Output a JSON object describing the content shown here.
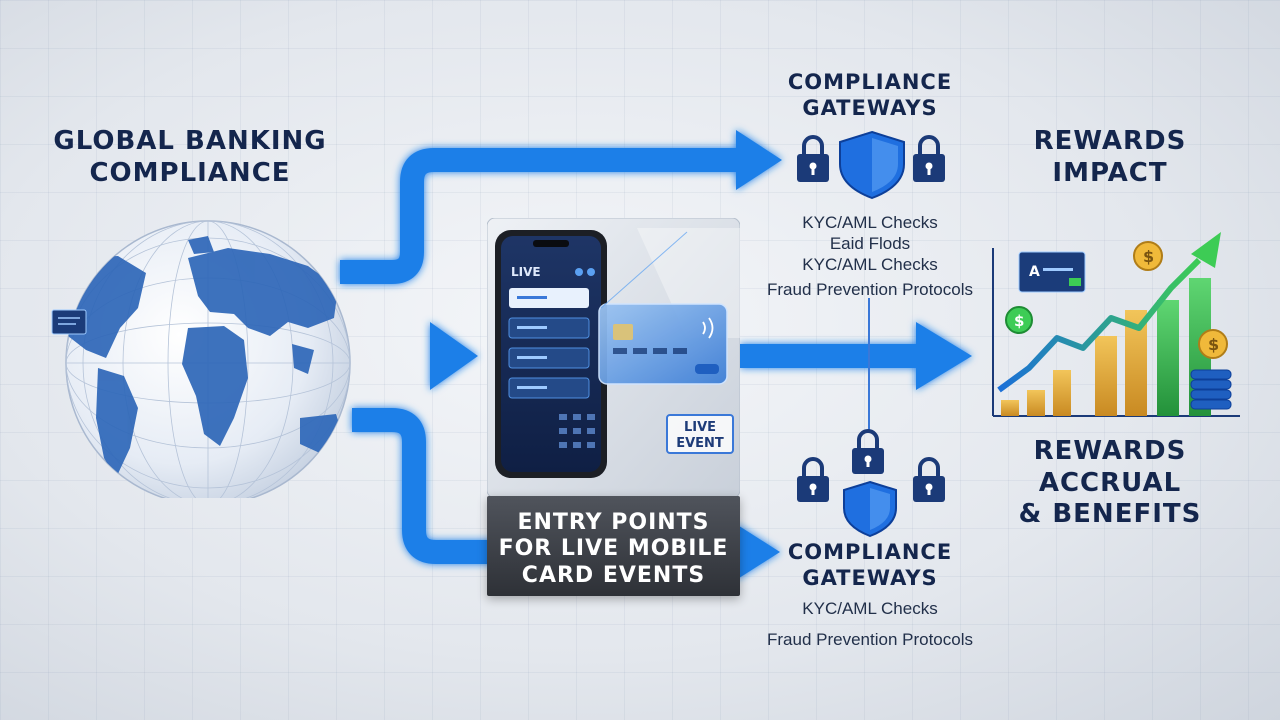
{
  "left_title": [
    "GLOBAL BANKING",
    "COMPLIANCE"
  ],
  "top_gateway": {
    "title": [
      "COMPLIANCE",
      "GATEWAYS"
    ],
    "items": [
      "KYC/AML Checks",
      "Eaid Flods",
      "KYC/AML Checks",
      "Fraud Prevention Protocols"
    ]
  },
  "bottom_gateway": {
    "title": [
      "COMPLIANCE",
      "GATEWAYS"
    ],
    "items": [
      "KYC/AML Checks",
      "Fraud Prevention Protocols"
    ]
  },
  "rewards_impact": [
    "REWARDS",
    "IMPACT"
  ],
  "rewards_accrual": [
    "REWARDS",
    "ACCRUAL",
    "& BENEFITS"
  ],
  "entry_points": [
    "ENTRY POINTS",
    "FOR LIVE MOBILE",
    "CARD EVENTS"
  ],
  "phone": {
    "header": "LIVE"
  },
  "live_event": [
    "LIVE",
    "EVENT"
  ],
  "dashboard_label": "A",
  "colors": {
    "arrow_blue": "#1f7fe8",
    "navy": "#14264d",
    "shield_blue": "#1f6fe0",
    "bar_gold": "#e3a93a",
    "bar_green": "#3dbb55"
  }
}
